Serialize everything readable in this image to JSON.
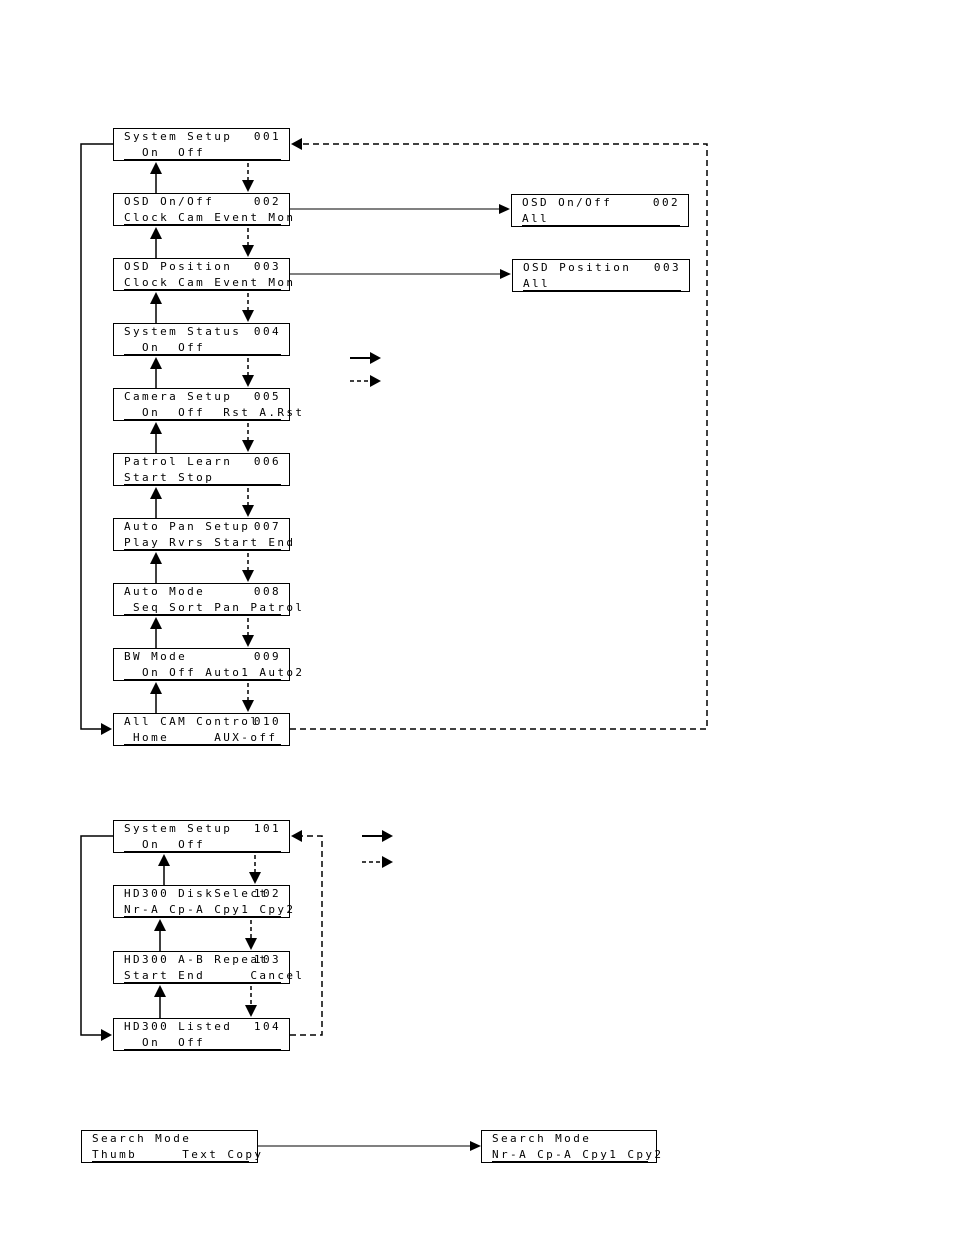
{
  "menu_a": [
    {
      "id": "system-setup-001",
      "title": "System Setup",
      "code": "001",
      "options": "  On  Off"
    },
    {
      "id": "osd-onoff-002",
      "title": "OSD On/Off",
      "code": "002",
      "options": "Clock Cam Event Mon"
    },
    {
      "id": "osd-position-003",
      "title": "OSD Position",
      "code": "003",
      "options": "Clock Cam Event Mon"
    },
    {
      "id": "system-status-004",
      "title": "System Status",
      "code": "004",
      "options": "  On  Off"
    },
    {
      "id": "camera-setup-005",
      "title": "Camera Setup",
      "code": "005",
      "options": "  On  Off  Rst A.Rst"
    },
    {
      "id": "patrol-learn-006",
      "title": "Patrol Learn",
      "code": "006",
      "options": "Start Stop"
    },
    {
      "id": "auto-pan-setup-007",
      "title": "Auto Pan Setup",
      "code": "007",
      "options": "Play Rvrs Start End"
    },
    {
      "id": "auto-mode-008",
      "title": "Auto Mode",
      "code": "008",
      "options": " Seq Sort Pan Patrol"
    },
    {
      "id": "bw-mode-009",
      "title": "BW Mode",
      "code": "009",
      "options": "  On Off Auto1 Auto2"
    },
    {
      "id": "all-cam-control-010",
      "title": "All CAM Control",
      "code": "010",
      "options": " Home     AUX-off"
    }
  ],
  "sub_a": [
    {
      "id": "osd-onoff-all-002",
      "title": "OSD On/Off",
      "code": "002",
      "options": "All"
    },
    {
      "id": "osd-position-all-003",
      "title": "OSD Position",
      "code": "003",
      "options": "All"
    }
  ],
  "menu_b": [
    {
      "id": "system-setup-101",
      "title": "System Setup",
      "code": "101",
      "options": "  On  Off"
    },
    {
      "id": "hd300-diskselect-102",
      "title": "HD300 DiskSelect",
      "code": "102",
      "options": "Nr-A Cp-A Cpy1 Cpy2"
    },
    {
      "id": "hd300-ab-repeat-103",
      "title": "HD300 A-B Repeat",
      "code": "103",
      "options": "Start End     Cancel"
    },
    {
      "id": "hd300-listed-104",
      "title": "HD300 Listed",
      "code": "104",
      "options": "  On  Off"
    }
  ],
  "search": [
    {
      "id": "search-mode-main",
      "title": "Search Mode",
      "code": "",
      "options": "Thumb     Text Copy"
    },
    {
      "id": "search-mode-sub",
      "title": "Search Mode",
      "code": "",
      "options": "Nr-A Cp-A Cpy1 Cpy2"
    }
  ],
  "colors": {
    "ink": "#000000",
    "paper": "#ffffff"
  }
}
